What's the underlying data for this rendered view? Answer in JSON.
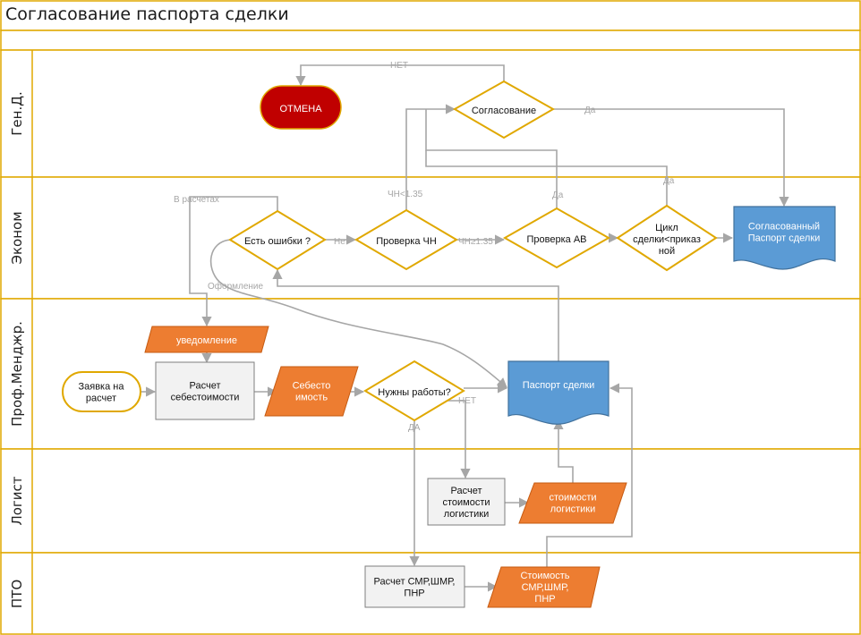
{
  "title": "Согласование паспорта сделки",
  "lanes": [
    {
      "label": "Ген.Д."
    },
    {
      "label": "Эконом"
    },
    {
      "label": "Проф.Менджр."
    },
    {
      "label": "Логист"
    },
    {
      "label": "ПТО"
    }
  ],
  "nodes": {
    "cancel": {
      "lines": [
        "ОТМЕНА"
      ]
    },
    "approval": {
      "lines": [
        "Согласование"
      ]
    },
    "approved_passport": {
      "lines": [
        "Согласованный",
        "Паспорт сделки"
      ]
    },
    "errors": {
      "lines": [
        "Есть ошибки ?"
      ]
    },
    "check_chn": {
      "lines": [
        "Проверка ЧН"
      ]
    },
    "check_av": {
      "lines": [
        "Проверка АВ"
      ]
    },
    "cycle": {
      "lines": [
        "Цикл",
        "сделки<приказ",
        "ной"
      ]
    },
    "notification": {
      "lines": [
        "уведомление"
      ]
    },
    "request": {
      "lines": [
        "Заявка на",
        "расчет"
      ]
    },
    "cost_calc": {
      "lines": [
        "Расчет",
        "себестоимости"
      ]
    },
    "cost": {
      "lines": [
        "Себесто",
        "имость"
      ]
    },
    "need_works": {
      "lines": [
        "Нужны работы?"
      ]
    },
    "passport": {
      "lines": [
        "Паспорт сделки"
      ]
    },
    "log_calc": {
      "lines": [
        "Расчет",
        "стоимости",
        "логистики"
      ]
    },
    "log_cost": {
      "lines": [
        "стоимости",
        "логистики"
      ]
    },
    "smr_calc": {
      "lines": [
        "Расчет СМР,ШМР,",
        "ПНР"
      ]
    },
    "smr_cost": {
      "lines": [
        "Стоимость",
        "СМР,ШМР,",
        "ПНР"
      ]
    }
  },
  "edge_labels": {
    "no_top": "НЕТ",
    "yes_approval": "Да",
    "in_calc": "В расчетах",
    "chn_low": "ЧН<1.35",
    "yes_av": "Да",
    "yes_cycle": "Да",
    "no_errors": "Нет",
    "chn_high": "ЧН≥1.35",
    "formalization": "Оформление",
    "no_works": "НЕТ",
    "yes_works": "ДА"
  },
  "colors": {
    "cancel_fill": "#c00000",
    "diamond_stroke": "#e0a800",
    "orange": "#ed7d31",
    "blue": "#5b9bd5",
    "connector": "#a6a6a6",
    "lane_border": "#e0a800"
  }
}
